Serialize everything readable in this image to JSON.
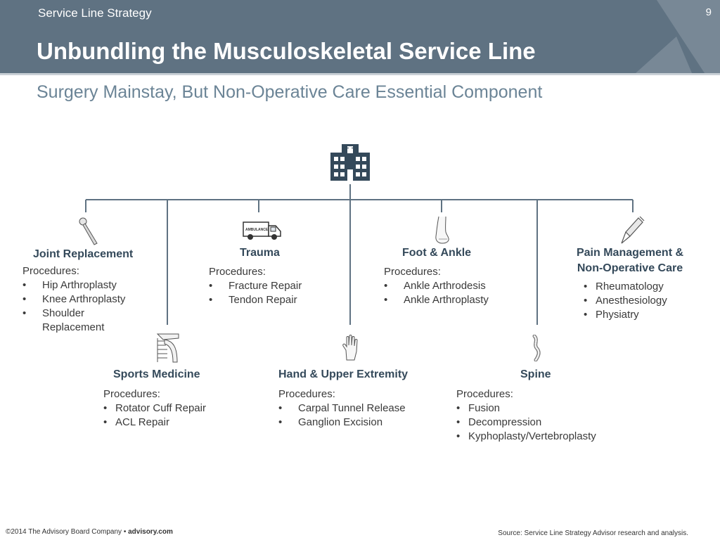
{
  "header": {
    "kicker": "Service Line Strategy",
    "page_number": "9",
    "title": "Unbundling the Musculoskeletal Service Line",
    "subtitle": "Surgery Mainstay, But Non-Operative Care Essential Component"
  },
  "diagram": {
    "root_icon": "hospital-icon",
    "top_nodes": [
      {
        "name": "Joint Replacement",
        "icon": "hip-implant-icon",
        "intro": "Procedures:",
        "items": [
          "Hip Arthroplasty",
          "Knee Arthroplasty",
          "Shoulder Replacement"
        ]
      },
      {
        "name": "Trauma",
        "icon": "ambulance-icon",
        "icon_text": "AMBULANCE",
        "intro": "Procedures:",
        "items": [
          "Fracture Repair",
          "Tendon Repair"
        ]
      },
      {
        "name": "Foot & Ankle",
        "icon": "foot-icon",
        "intro": "Procedures:",
        "items": [
          "Ankle Arthrodesis",
          "Ankle Arthroplasty"
        ]
      },
      {
        "name_line1": "Pain Management &",
        "name_line2": "Non-Operative Care",
        "icon": "syringe-icon",
        "items": [
          "Rheumatology",
          "Anesthesiology",
          "Physiatry"
        ]
      }
    ],
    "bottom_nodes": [
      {
        "name": "Sports Medicine",
        "icon": "shoulder-icon",
        "intro": "Procedures:",
        "items": [
          "Rotator Cuff Repair",
          "ACL Repair"
        ]
      },
      {
        "name": "Hand & Upper Extremity",
        "icon": "hand-icon",
        "intro": "Procedures:",
        "items": [
          "Carpal Tunnel Release",
          "Ganglion Excision"
        ]
      },
      {
        "name": "Spine",
        "icon": "spine-icon",
        "intro": "Procedures:",
        "items": [
          "Fusion",
          "Decompression",
          "Kyphoplasty/Vertebroplasty"
        ]
      }
    ]
  },
  "footer": {
    "copyright": "©2014 The Advisory Board Company • ",
    "site": "advisory.com",
    "source": "Source: Service Line Strategy Advisor research and analysis."
  },
  "colors": {
    "header_bg": "#5f7282",
    "connector": "#5f7282",
    "subtitle": "#6b8496",
    "heading": "#34495a"
  }
}
